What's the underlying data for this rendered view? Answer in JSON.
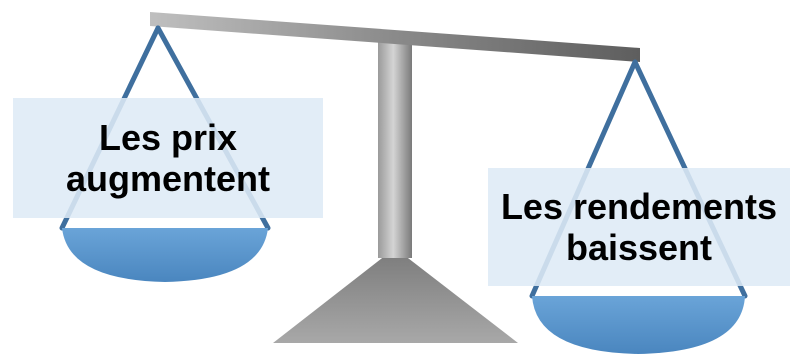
{
  "left_pan": {
    "label_line1": "Les prix",
    "label_line2": "augmentent"
  },
  "right_pan": {
    "label_line1": "Les rendements",
    "label_line2": "baissent"
  },
  "colors": {
    "beam": "#8c8c8c",
    "pan_fill": "#4f8fc9",
    "strings": "#3f6f9e",
    "label_background": "#deeaf6"
  }
}
